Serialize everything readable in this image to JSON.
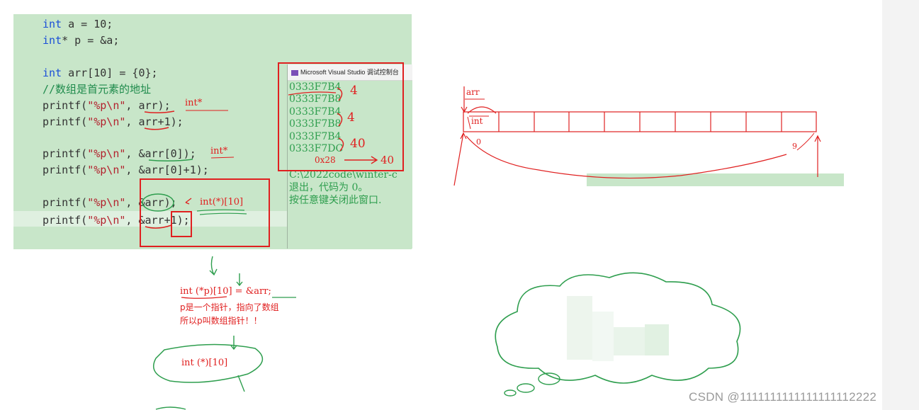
{
  "editor": {
    "lines": [
      {
        "text": "int a = 10;"
      },
      {
        "text": "int* p = &a;"
      },
      {
        "text": ""
      },
      {
        "text": "int arr[10] = {0};"
      },
      {
        "text": "//数组是首元素的地址"
      },
      {
        "text": "printf(\"%p\\n\", arr);"
      },
      {
        "text": "printf(\"%p\\n\", arr+1);"
      },
      {
        "text": ""
      },
      {
        "text": "printf(\"%p\\n\", &arr[0]);"
      },
      {
        "text": "printf(\"%p\\n\", &arr[0]+1);"
      },
      {
        "text": ""
      },
      {
        "text": "printf(\"%p\\n\", &arr);"
      },
      {
        "text": "printf(\"%p\\n\", &arr+1);"
      }
    ]
  },
  "console": {
    "title": "Microsoft Visual Studio 调试控制台",
    "outputs": [
      "0333F7B4",
      "0333F7B8",
      "0333F7B4",
      "0333F7B8",
      "0333F7B4",
      "0333F7DC"
    ],
    "path_line": "C:\\2022code\\winter-c",
    "exit_line": "退出，代码为 0。",
    "close_line": "按任意键关闭此窗口."
  },
  "annotations": {
    "int_ptr_1": "int*",
    "int_ptr_2": "int*",
    "int_arr_ptr": "int(*)[10]",
    "diff_4_a": "4",
    "diff_4_b": "4",
    "diff_40": "40",
    "hex_0x28": "0x28",
    "arrow_40": "40",
    "decl": "int (*p)[10] = &arr;",
    "note1": "p是一个指针，指向了数组",
    "note2": "所以p叫数组指针！！",
    "type_oval": "int (*)[10]",
    "arr_label": "arr",
    "cell_int": "int",
    "index_0": "0",
    "index_9": "9"
  },
  "watermark": "CSDN @1111111111111111112222",
  "colors": {
    "editor_bg": "#c8e6c9",
    "keyword": "#1a4fd8",
    "string": "#b3222e",
    "comment": "#1f8b4c",
    "annotation_red": "#e02020",
    "annotation_green": "#2e9e4e"
  }
}
